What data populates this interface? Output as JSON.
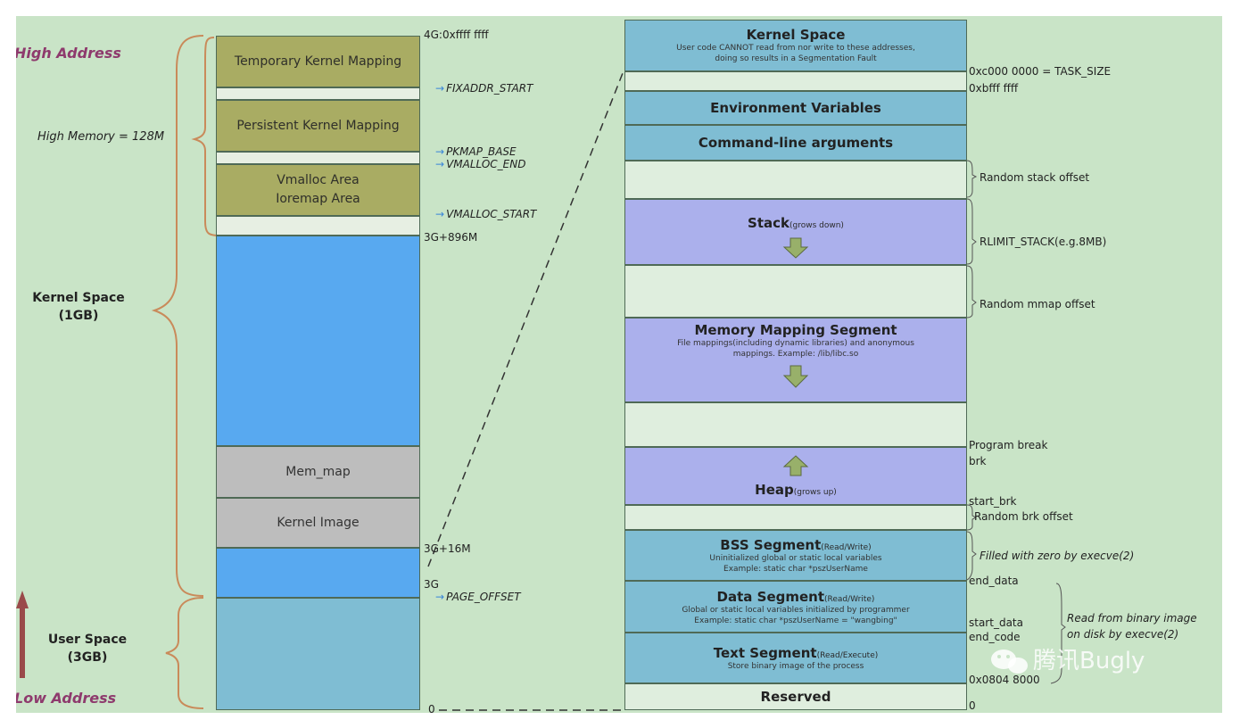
{
  "left": {
    "high_address": "High Address",
    "low_address": "Low Address",
    "high_memory": "High Memory = 128M",
    "kernel_space": "Kernel Space",
    "kernel_space_size": "(1GB)",
    "user_space": "User Space",
    "user_space_size": "(3GB)",
    "blocks": {
      "temporary": "Temporary Kernel Mapping",
      "persistent": "Persistent Kernel Mapping",
      "vmalloc_1": "Vmalloc Area",
      "vmalloc_2": "Ioremap Area",
      "mem_map": "Mem_map",
      "kernel_image": "Kernel Image"
    },
    "markers": {
      "top": "4G:0xffff ffff",
      "fixaddr": "FIXADDR_START",
      "pkmap": "PKMAP_BASE",
      "vmalloc_end": "VMALLOC_END",
      "vmalloc_start": "VMALLOC_START",
      "g896": "3G+896M",
      "g16": "3G+16M",
      "g3": "3G",
      "page_offset": "PAGE_OFFSET",
      "zero": "0"
    }
  },
  "right": {
    "kernel_space": {
      "title": "Kernel Space",
      "desc_1": "User code CANNOT read from nor write to these addresses,",
      "desc_2": "doing so results in a Segmentation Fault"
    },
    "env": "Environment Variables",
    "cmdline": "Command-line arguments",
    "stack": {
      "title": "Stack",
      "note": "(grows down)"
    },
    "mmap": {
      "title": "Memory Mapping Segment",
      "desc_1": "File mappings(including dynamic libraries) and anonymous",
      "desc_2": "mappings. Example: /lib/libc.so"
    },
    "heap": {
      "title": "Heap",
      "note": "(grows up)"
    },
    "bss": {
      "title": "BSS Segment",
      "note": "(Read/Write)",
      "desc_1": "Uninitialized global or static local variables",
      "desc_2": "Example: static char *pszUserName"
    },
    "data": {
      "title": "Data Segment",
      "note": "(Read/Write)",
      "desc_1": "Global or static local variables initialized by programmer",
      "desc_2": "Example: static char *pszUserName = \"wangbing\""
    },
    "text": {
      "title": "Text Segment",
      "note": "(Read/Execute)",
      "desc_1": "Store binary image of the process"
    },
    "reserved": "Reserved"
  },
  "right_labels": {
    "task_size": "0xc000 0000 = TASK_SIZE",
    "bfff": "0xbfff ffff",
    "random_stack": "Random stack offset",
    "rlimit": "RLIMIT_STACK(e.g.8MB)",
    "random_mmap": "Random mmap offset",
    "program_break": "Program break",
    "brk": "brk",
    "start_brk": "start_brk",
    "random_brk": "Random brk offset",
    "filled_zero": "Filled with zero by execve(2)",
    "end_data": "end_data",
    "start_data": "start_data",
    "end_code": "end_code",
    "read_binary_1": "Read from binary image",
    "read_binary_2": "on disk by execve(2)",
    "addr_8000": "0x0804 8000",
    "zero": "0"
  },
  "watermark": "腾讯Bugly",
  "colors": {
    "background": "#c9e4c7",
    "olive": "#a9ac63",
    "blue": "#58a9f0",
    "grey": "#bdbdbd",
    "teal": "#7fbdd3",
    "purple": "#abb0ec",
    "accent_magenta": "#8e3a6d",
    "arrow_green": "#98b06a"
  },
  "icons": [
    "brace-icon",
    "arrow-right-icon",
    "arrow-up-icon",
    "arrow-down-icon",
    "wechat-icon"
  ]
}
